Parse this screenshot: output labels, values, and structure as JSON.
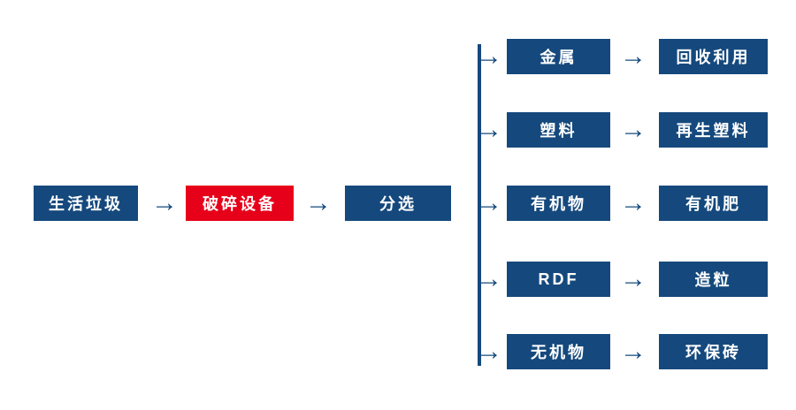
{
  "diagram": {
    "title_implicit": "生活垃圾处理流程",
    "arrow_glyph": "→",
    "colors": {
      "node_navy": "#15497d",
      "node_red": "#e60019",
      "text": "#ffffff",
      "background": "#ffffff"
    },
    "flow": {
      "source": "生活垃圾",
      "crusher": "破碎设备",
      "sorter": "分选",
      "branches": [
        {
          "category": "金属",
          "result": "回收利用"
        },
        {
          "category": "塑料",
          "result": "再生塑料"
        },
        {
          "category": "有机物",
          "result": "有机肥"
        },
        {
          "category": "RDF",
          "result": "造粒"
        },
        {
          "category": "无机物",
          "result": "环保砖"
        }
      ]
    }
  }
}
